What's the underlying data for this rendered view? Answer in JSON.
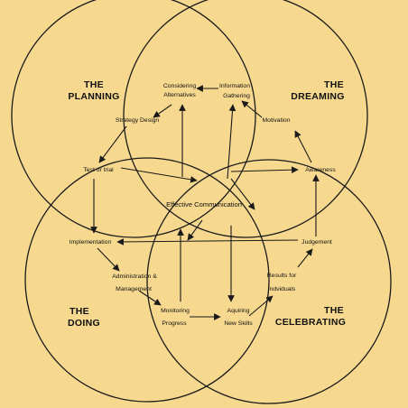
{
  "background_color": "#f7d88f",
  "line_color": "#1a1a1a",
  "quadrants": {
    "planning": {
      "line1": "THE",
      "line2": "PLANNING"
    },
    "dreaming": {
      "line1": "THE",
      "line2": "DREAMING"
    },
    "doing": {
      "line1": "THE",
      "line2": "DOING"
    },
    "celebrating": {
      "line1": "THE",
      "line2": "CELEBRATING"
    }
  },
  "center": "Effective Communication",
  "nodes": {
    "considering_line1": "Considering",
    "considering_line2": "Alternatives",
    "information_line1": "Information",
    "information_line2": "Gathering",
    "strategy_design": "Strategy Design",
    "motivation": "Motivation",
    "test_or_trial": "Test or trial",
    "awareness": "Awareness",
    "implementation": "Implementation",
    "judgement": "Judgement",
    "administration_line1": "Administration &",
    "administration_line2": "Management",
    "results_line1": "Results for",
    "results_line2": "Indviduals",
    "monitoring_line1": "Monitoring",
    "monitoring_line2": "Progress",
    "acquiring_line1": "Aquiring",
    "acquiring_line2": "New Skills"
  }
}
